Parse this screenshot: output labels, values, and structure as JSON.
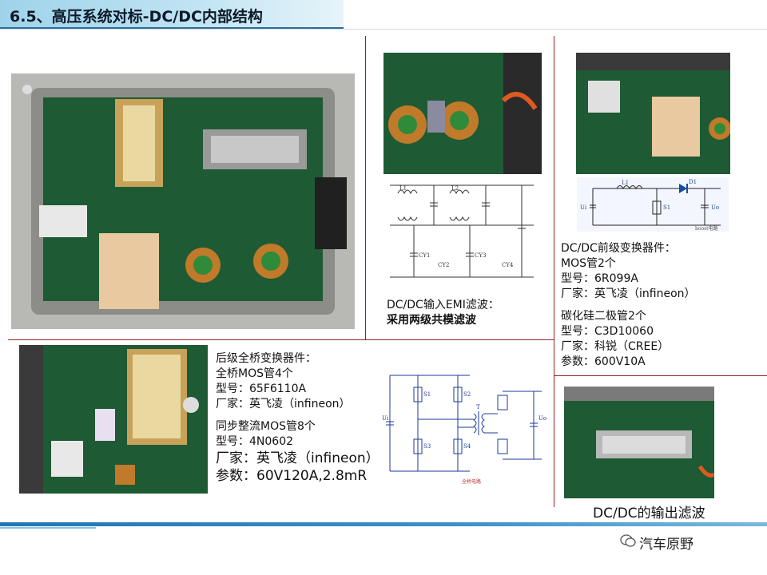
{
  "title": "6.5、高压系统对标-DC/DC内部结构",
  "emi": {
    "caption_line1": "DC/DC输入EMI滤波：",
    "caption_line2": "采用两级共模滤波",
    "schematic_labels": [
      "L1",
      "L2",
      "CY1",
      "CY2",
      "CY3",
      "CY4"
    ]
  },
  "boost": {
    "schematic_labels": [
      "L1",
      "D1",
      "S1",
      "Ui",
      "Uo"
    ],
    "schematic_caption": "boost电路",
    "lines": [
      "DC/DC前级变换器件：",
      "MOS管2个",
      "型号：6R099A",
      "厂家：英飞凌（infineon）",
      "",
      "碳化硅二极管2个",
      "型号：C3D10060",
      "厂家：科锐（CREE）",
      "参数：600V10A"
    ]
  },
  "fullbridge": {
    "lines_small": [
      "后级全桥变换器件：",
      "全桥MOS管4个",
      "型号：65F6110A",
      "厂家：英飞凌（infineon）",
      "",
      "同步整流MOS管8个",
      "型号：4N0602"
    ],
    "lines_large": [
      "厂家：英飞凌（infineon）",
      "参数：60V120A,2.8mR"
    ],
    "schematic_labels": [
      "S1",
      "S2",
      "S3",
      "S4",
      "T",
      "Ui",
      "Uo"
    ],
    "schematic_caption": "全桥电路"
  },
  "output": {
    "caption": "DC/DC的输出滤波"
  },
  "footer": {
    "wechat": "汽车原野"
  }
}
